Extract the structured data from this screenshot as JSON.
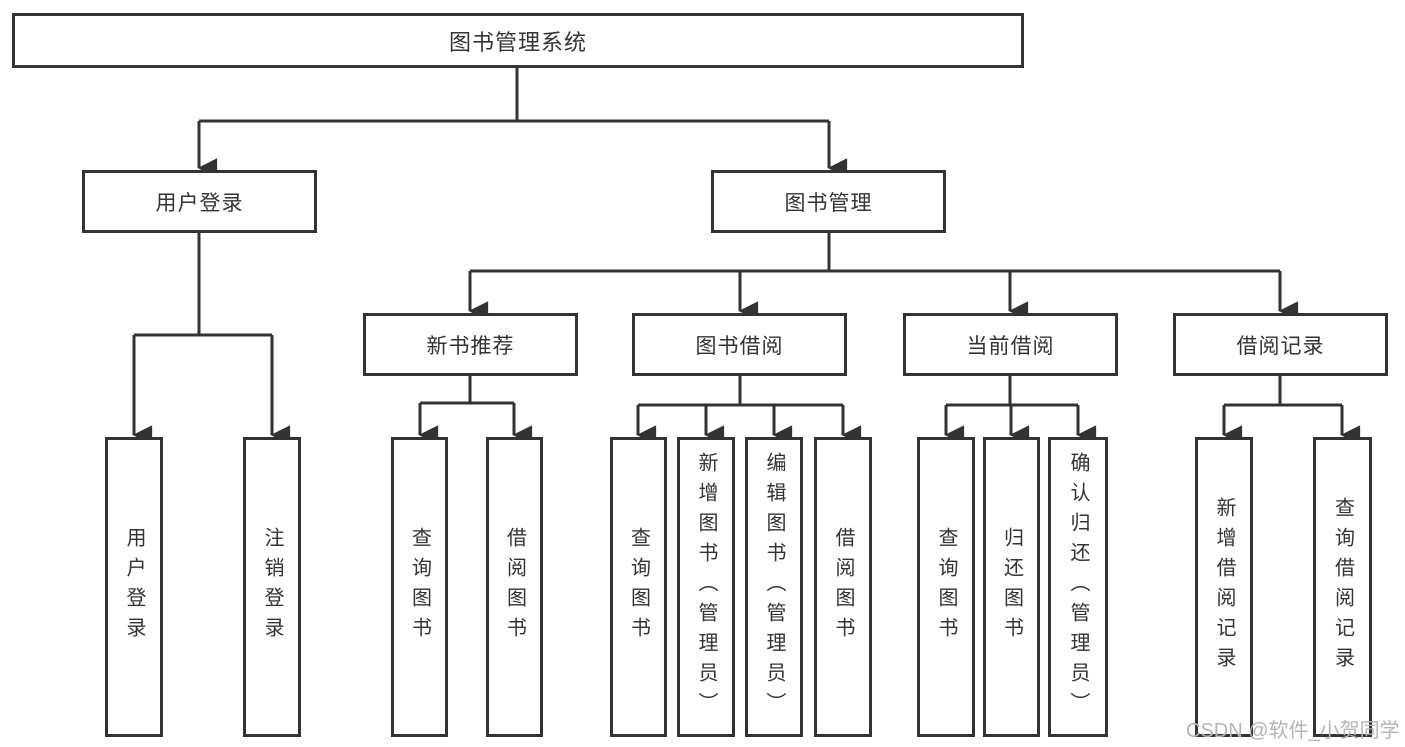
{
  "diagram": {
    "title": "图书管理系统",
    "root": {
      "label": "图书管理系统"
    },
    "level2": [
      {
        "label": "用户登录"
      },
      {
        "label": "图书管理"
      }
    ],
    "level3": [
      {
        "label": "新书推荐"
      },
      {
        "label": "图书借阅"
      },
      {
        "label": "当前借阅"
      },
      {
        "label": "借阅记录"
      }
    ],
    "leaves": {
      "user_login": [
        "用户登录",
        "注销登录"
      ],
      "new_book": [
        "查询图书",
        "借阅图书"
      ],
      "book_borrow": [
        "查询图书",
        "新增图书（管理员）",
        "编辑图书（管理员）",
        "借阅图书"
      ],
      "current_borrow": [
        "查询图书",
        "归还图书",
        "确认归还（管理员）"
      ],
      "borrow_record": [
        "新增借阅记录",
        "查询借阅记录"
      ]
    }
  },
  "watermark": {
    "text": "CSDN @软件_小贺同学"
  },
  "colors": {
    "line": "#333333",
    "box_border": "#333333",
    "text": "#333333",
    "background": "#ffffff",
    "watermark": "#b5b5b5"
  }
}
